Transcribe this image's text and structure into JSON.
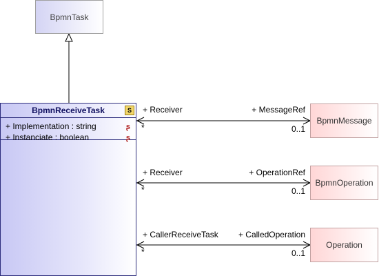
{
  "parent": {
    "name": "BpmnTask"
  },
  "main": {
    "name": "BpmnReceiveTask",
    "stereotype_icon": "S",
    "attributes": [
      {
        "text": "+ Implementation : string"
      },
      {
        "text": "+ Instanciate : boolean"
      }
    ]
  },
  "associations": [
    {
      "source_role": "+ Receiver",
      "source_mult": "*",
      "target_role": "+ MessageRef",
      "target_mult": "0..1",
      "target": "BpmnMessage"
    },
    {
      "source_role": "+ Receiver",
      "source_mult": "*",
      "target_role": "+ OperationRef",
      "target_mult": "0..1",
      "target": "BpmnOperation"
    },
    {
      "source_role": "+ CallerReceiveTask",
      "source_mult": "*",
      "target_role": "+ CalledOperation",
      "target_mult": "0..1",
      "target": "Operation"
    }
  ],
  "icons": {
    "attribute_icon": "lock-icon",
    "stereotype_icon": "stereotype-icon"
  }
}
